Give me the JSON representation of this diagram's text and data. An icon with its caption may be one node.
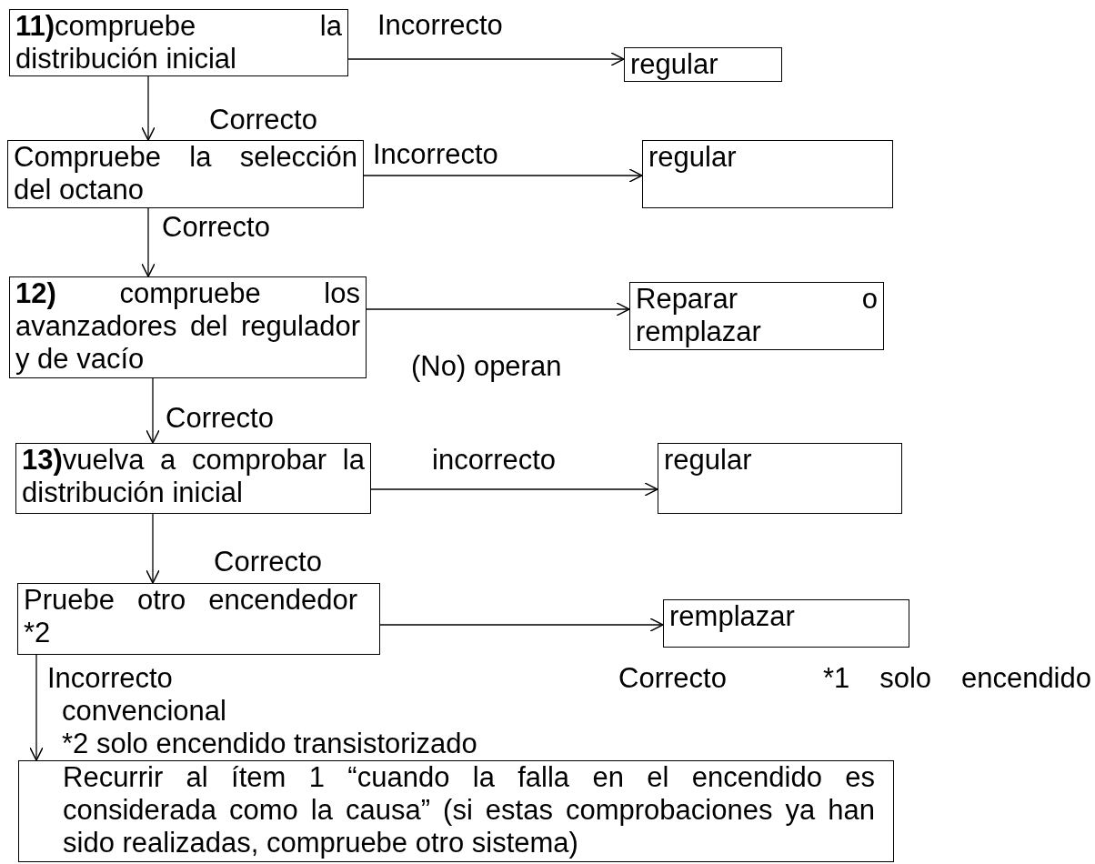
{
  "diagram": {
    "nodes": [
      {
        "text": [
          "**11)**compruebe la distribución inicial"
        ]
      },
      {
        "text": [
          "regular"
        ]
      },
      {
        "text": [
          "Compruebe la selección del octano"
        ]
      },
      {
        "text": [
          "regular"
        ]
      },
      {
        "text": [
          "**12)** compruebe los avanzadores del regulador y de vacío"
        ]
      },
      {
        "text": [
          "Reparar o remplazar"
        ]
      },
      {
        "text": [
          "**13)**vuelva a comprobar la distribución inicial"
        ]
      },
      {
        "text": [
          "regular"
        ]
      },
      {
        "text": [
          "Pruebe otro encendedor *2"
        ]
      },
      {
        "text": [
          "remplazar"
        ]
      },
      {
        "text": [
          "Recurrir al ítem 1 “cuando la falla en el encendido es considerada como la causa” (si estas comprobaciones ya han sido realizadas, compruebe otro sistema)"
        ]
      }
    ],
    "edges": [
      {
        "from": 0,
        "to": 1,
        "arrow": "to",
        "label": "Incorrecto"
      },
      {
        "from": 0,
        "to": 2,
        "arrow": "to",
        "label": "Correcto"
      },
      {
        "from": 2,
        "to": 3,
        "arrow": "to",
        "label": "Incorrecto"
      },
      {
        "from": 2,
        "to": 4,
        "arrow": "to",
        "label": "Correcto"
      },
      {
        "from": 4,
        "to": 5,
        "arrow": "to",
        "label": "(No) operan"
      },
      {
        "from": 4,
        "to": 6,
        "arrow": "to",
        "label": "Correcto"
      },
      {
        "from": 6,
        "to": 7,
        "arrow": "to",
        "label": "incorrecto"
      },
      {
        "from": 6,
        "to": 8,
        "arrow": "to",
        "label": "Correcto"
      },
      {
        "from": 8,
        "to": 9,
        "arrow": "to",
        "label": "Correcto"
      },
      {
        "from": 8,
        "to": 10,
        "arrow": "to",
        "label": "Incorrecto"
      }
    ],
    "labels": [
      "*1 solo encendido convencional",
      "*2 solo encendido transistorizado"
    ]
  }
}
